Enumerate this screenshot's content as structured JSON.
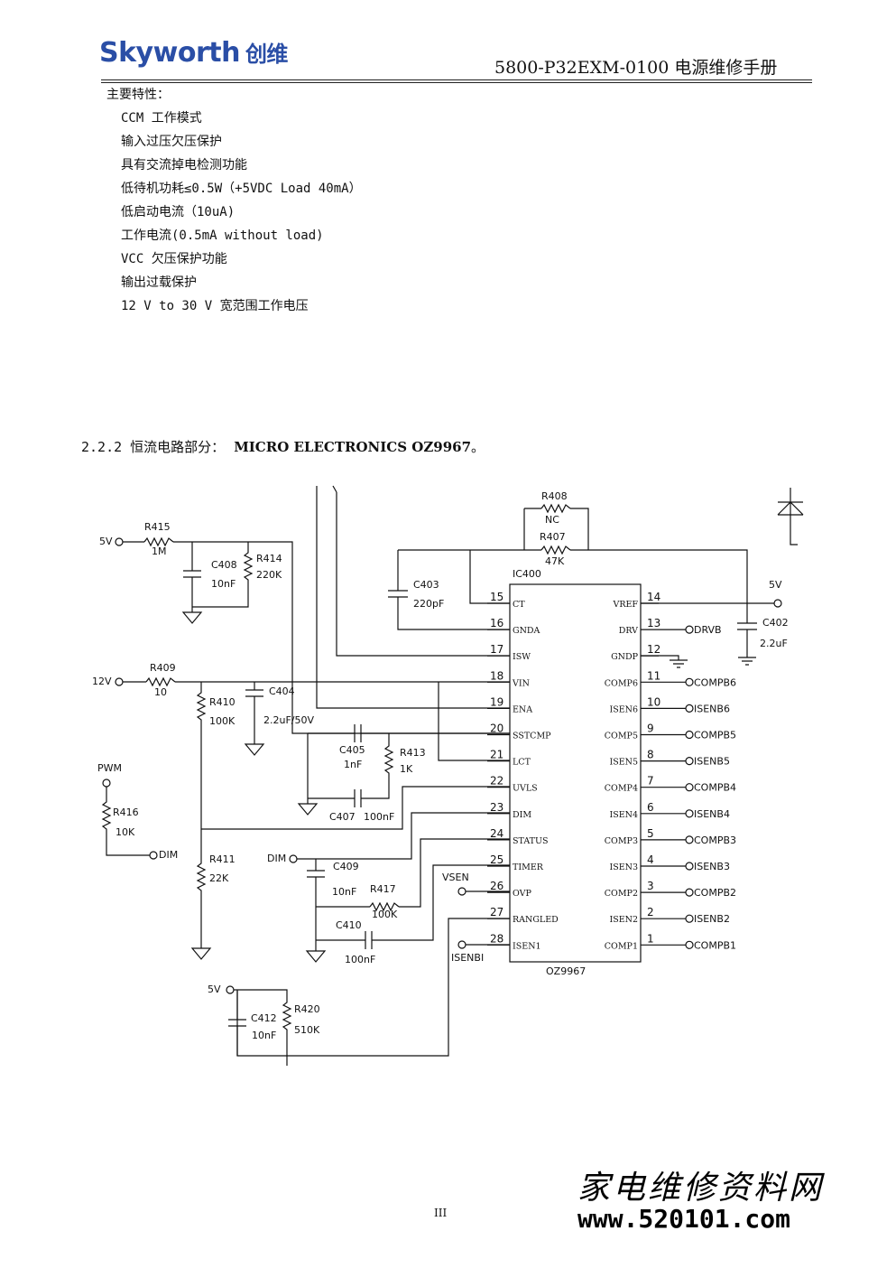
{
  "header": {
    "logo_text": "Skyworth",
    "logo_cn": "创维",
    "doc_title": "5800-P32EXM-0100 电源维修手册",
    "brand_color": "#2a4ea6"
  },
  "features": {
    "heading": "主要特性：",
    "items": [
      "CCM 工作模式",
      "输入过压欠压保护",
      "具有交流掉电检测功能",
      "低待机功耗≤0.5W（+5VDC Load 40mA）",
      "低启动电流（10uA)",
      "工作电流(0.5mA without load)",
      "VCC 欠压保护功能",
      "输出过载保护",
      "12 V to 30 V 宽范围工作电压"
    ]
  },
  "section": {
    "number_title": "2.2.2 恒流电路部分：",
    "chip": "MICRO ELECTRONICS OZ9967",
    "suffix": "。"
  },
  "schematic": {
    "ic_ref": "IC400",
    "ic_part": "OZ9967",
    "left_pins": [
      {
        "num": "15",
        "name": "CT"
      },
      {
        "num": "16",
        "name": "GNDA"
      },
      {
        "num": "17",
        "name": "ISW"
      },
      {
        "num": "18",
        "name": "VIN"
      },
      {
        "num": "19",
        "name": "ENA"
      },
      {
        "num": "20",
        "name": "SSTCMP"
      },
      {
        "num": "21",
        "name": "LCT"
      },
      {
        "num": "22",
        "name": "UVLS"
      },
      {
        "num": "23",
        "name": "DIM"
      },
      {
        "num": "24",
        "name": "STATUS"
      },
      {
        "num": "25",
        "name": "TIMER"
      },
      {
        "num": "26",
        "name": "OVP"
      },
      {
        "num": "27",
        "name": "RANGLED"
      },
      {
        "num": "28",
        "name": "ISEN1"
      }
    ],
    "right_pins": [
      {
        "num": "14",
        "name": "VREF",
        "net": ""
      },
      {
        "num": "13",
        "name": "DRV",
        "net": "DRVB"
      },
      {
        "num": "12",
        "name": "GNDP",
        "net": ""
      },
      {
        "num": "11",
        "name": "COMP6",
        "net": "COMPB6"
      },
      {
        "num": "10",
        "name": "ISEN6",
        "net": "ISENB6"
      },
      {
        "num": "9",
        "name": "COMP5",
        "net": "COMPB5"
      },
      {
        "num": "8",
        "name": "ISEN5",
        "net": "ISENB5"
      },
      {
        "num": "7",
        "name": "COMP4",
        "net": "COMPB4"
      },
      {
        "num": "6",
        "name": "ISEN4",
        "net": "ISENB4"
      },
      {
        "num": "5",
        "name": "COMP3",
        "net": "COMPB3"
      },
      {
        "num": "4",
        "name": "ISEN3",
        "net": "ISENB3"
      },
      {
        "num": "3",
        "name": "COMP2",
        "net": "COMPB2"
      },
      {
        "num": "2",
        "name": "ISEN2",
        "net": "ISENB2"
      },
      {
        "num": "1",
        "name": "COMP1",
        "net": "COMPB1"
      }
    ],
    "components": {
      "R408": {
        "ref": "R408",
        "value": "NC"
      },
      "R407": {
        "ref": "R407",
        "value": "47K"
      },
      "R415": {
        "ref": "R415",
        "value": "1M"
      },
      "C408": {
        "ref": "C408",
        "value": "10nF"
      },
      "R414": {
        "ref": "R414",
        "value": "220K"
      },
      "C403": {
        "ref": "C403",
        "value": "220pF"
      },
      "C402": {
        "ref": "C402",
        "value": "2.2uF"
      },
      "R409": {
        "ref": "R409",
        "value": "10"
      },
      "R410": {
        "ref": "R410",
        "value": "100K"
      },
      "C404": {
        "ref": "C404",
        "value": "2.2uF/50V"
      },
      "C405": {
        "ref": "C405",
        "value": "1nF"
      },
      "R413": {
        "ref": "R413",
        "value": "1K"
      },
      "C407": {
        "ref": "C407",
        "value": "100nF"
      },
      "R416": {
        "ref": "R416",
        "value": "10K"
      },
      "R411": {
        "ref": "R411",
        "value": "22K"
      },
      "C409": {
        "ref": "C409",
        "value": "10nF"
      },
      "R417": {
        "ref": "R417",
        "value": "100K"
      },
      "C410": {
        "ref": "C410",
        "value": "100nF"
      },
      "C412": {
        "ref": "C412",
        "value": "10nF"
      },
      "R420": {
        "ref": "R420",
        "value": "510K"
      }
    },
    "nets": {
      "v5_a": "5V",
      "v5_b": "5V",
      "v5_c": "5V",
      "v12": "12V",
      "pwm": "PWM",
      "dim_out": "DIM",
      "dim_in": "DIM",
      "vsen": "VSEN",
      "isenbi": "ISENBI"
    }
  },
  "footer": {
    "page_number": "III",
    "watermark_cn": "家电维修资料网",
    "watermark_url": "www.520101.com"
  }
}
